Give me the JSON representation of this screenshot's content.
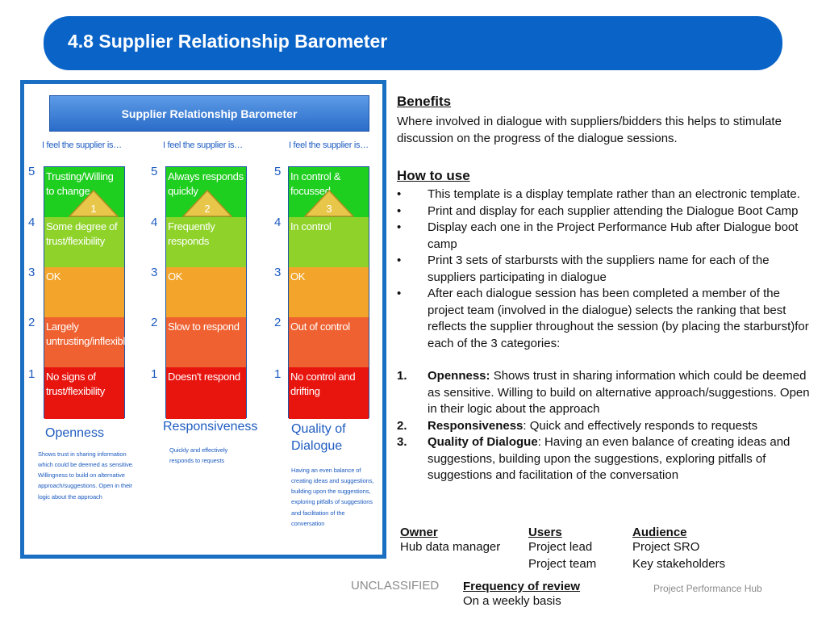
{
  "title": "4.8 Supplier Relationship Barometer",
  "barometer": {
    "header": "Supplier Relationship Barometer",
    "columns": [
      {
        "feel": "I feel the supplier is…",
        "levels": [
          "Trusting/Willing to change",
          "Some degree of trust/flexibility",
          "OK",
          "Largely untrusting/inflexible",
          "No signs of trust/flexibility"
        ],
        "marker": "1",
        "category": "Openness",
        "description": "Shows trust in sharing information which could be deemed as sensitive. Willingness to build on alternative approach/suggestions. Open in their logic about the approach"
      },
      {
        "feel": "I feel the supplier is…",
        "levels": [
          "Always responds quickly",
          "Frequently responds",
          "OK",
          "Slow to respond",
          "Doesn't respond"
        ],
        "marker": "2",
        "category": "Responsiveness",
        "description": "Quickly and effectively responds to requests"
      },
      {
        "feel": "I feel the supplier is…",
        "levels": [
          "In control & focussed",
          "In control",
          "OK",
          "Out of control",
          "No control and drifting"
        ],
        "marker": "3",
        "category": "Quality of Dialogue",
        "description": "Having an even balance of creating ideas and suggestions, building upon the suggestions, exploring pitfalls of suggestions and facilitation of the conversation"
      }
    ],
    "scale": [
      "5",
      "4",
      "3",
      "2",
      "1"
    ]
  },
  "benefits": {
    "heading": "Benefits",
    "text": "Where involved in dialogue with suppliers/bidders this helps to stimulate discussion on the progress of the dialogue sessions."
  },
  "how_to_use": {
    "heading": "How to use",
    "bullet": "•",
    "bullets": [
      "This template is a display template rather than an electronic template.",
      "Print and display for each supplier attending the Dialogue Boot Camp",
      "Display each one in the Project Performance Hub after Dialogue boot camp",
      "Print 3 sets of starbursts with the suppliers name for each of the suppliers participating in dialogue",
      "After each dialogue session has been completed a member of the project team (involved in the dialogue) selects the ranking that best reflects the supplier throughout the session (by placing the starburst)for each of the 3 categories:"
    ],
    "numbered": [
      {
        "num": "1.",
        "term": "Openness:",
        "text": " Shows trust in sharing information which could be deemed as sensitive.  Willing to build on alternative approach/suggestions.  Open in their logic about the approach"
      },
      {
        "num": "2.",
        "term": "Responsiveness",
        "text": ": Quick and effectively responds to requests"
      },
      {
        "num": "3.",
        "term": "Quality of Dialogue",
        "text": ": Having an even balance of creating ideas and suggestions, building upon the suggestions, exploring pitfalls of suggestions and facilitation of the conversation"
      }
    ]
  },
  "owner": {
    "heading": "Owner",
    "value": "Hub data manager"
  },
  "users": {
    "heading": "Users",
    "values": [
      "Project  lead",
      "Project team"
    ]
  },
  "audience": {
    "heading": "Audience",
    "values": [
      "Project SRO",
      "Key stakeholders"
    ]
  },
  "frequency": {
    "heading": "Frequency of review",
    "value": "On a weekly basis"
  },
  "footer": {
    "classification": "UNCLASSIFIED",
    "brand": "Project Performance Hub"
  },
  "colors": {
    "title_bar": "#0a64c8",
    "level5": "#1fcf1f",
    "level4": "#8fd32a",
    "level3": "#f2a52a",
    "level2": "#ef6130",
    "level1": "#e8150f",
    "marker": "#e8c64a"
  }
}
